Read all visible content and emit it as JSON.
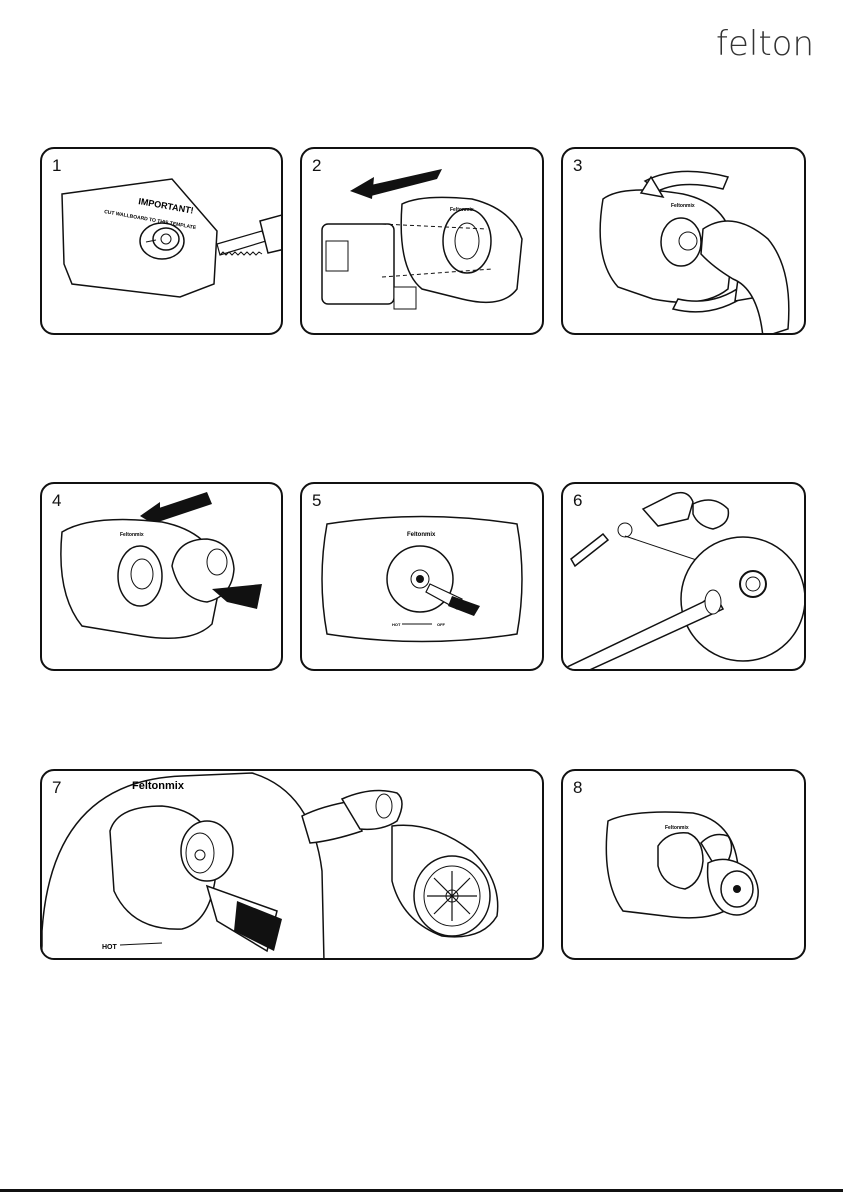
{
  "brand": {
    "logo_text": "felton"
  },
  "steps": [
    {
      "number": "1",
      "wallboard_heading": "IMPORTANT!",
      "wallboard_text": "CUT WALLBOARD TO THIS TEMPLATE"
    },
    {
      "number": "2",
      "plate_brand": "Feltonmix"
    },
    {
      "number": "3",
      "plate_brand": "Feltonmix"
    },
    {
      "number": "4",
      "plate_brand": "Feltonmix"
    },
    {
      "number": "5",
      "plate_brand": "Feltonmix",
      "hot_label": "HOT",
      "off_label": "OFF"
    },
    {
      "number": "6"
    },
    {
      "number": "7",
      "plate_brand": "Feltonmix",
      "hot_label": "HOT"
    },
    {
      "number": "8",
      "plate_brand": "Feltonmix"
    }
  ]
}
